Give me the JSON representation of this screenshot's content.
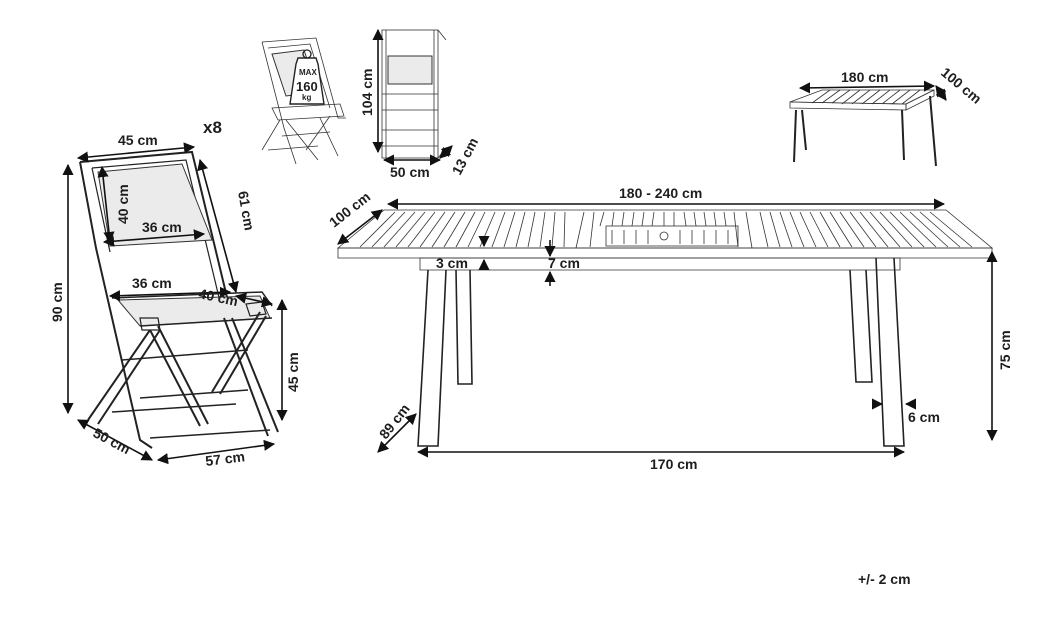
{
  "chair": {
    "quantity": "x8",
    "seat_width": "45 cm",
    "back_height": "40 cm",
    "back_width": "36 cm",
    "back_side": "61 cm",
    "total_height": "90 cm",
    "seat_front": "36 cm",
    "seat_depth": "40 cm",
    "seat_height": "45 cm",
    "base_depth": "50 cm",
    "base_width": "57 cm",
    "max_load_label": "MAX",
    "max_load_value": "160",
    "max_load_unit": "kg"
  },
  "folded_chair": {
    "height": "104 cm",
    "width": "50 cm",
    "depth": "13 cm"
  },
  "small_table": {
    "length": "180 cm",
    "width": "100 cm"
  },
  "table": {
    "length_range": "180 - 240 cm",
    "width": "100 cm",
    "top_thickness": "3 cm",
    "apron": "7 cm",
    "height": "75 cm",
    "leg_span": "170 cm",
    "leg_depth": "89 cm",
    "leg_width": "6 cm"
  },
  "tolerance": "+/- 2 cm"
}
